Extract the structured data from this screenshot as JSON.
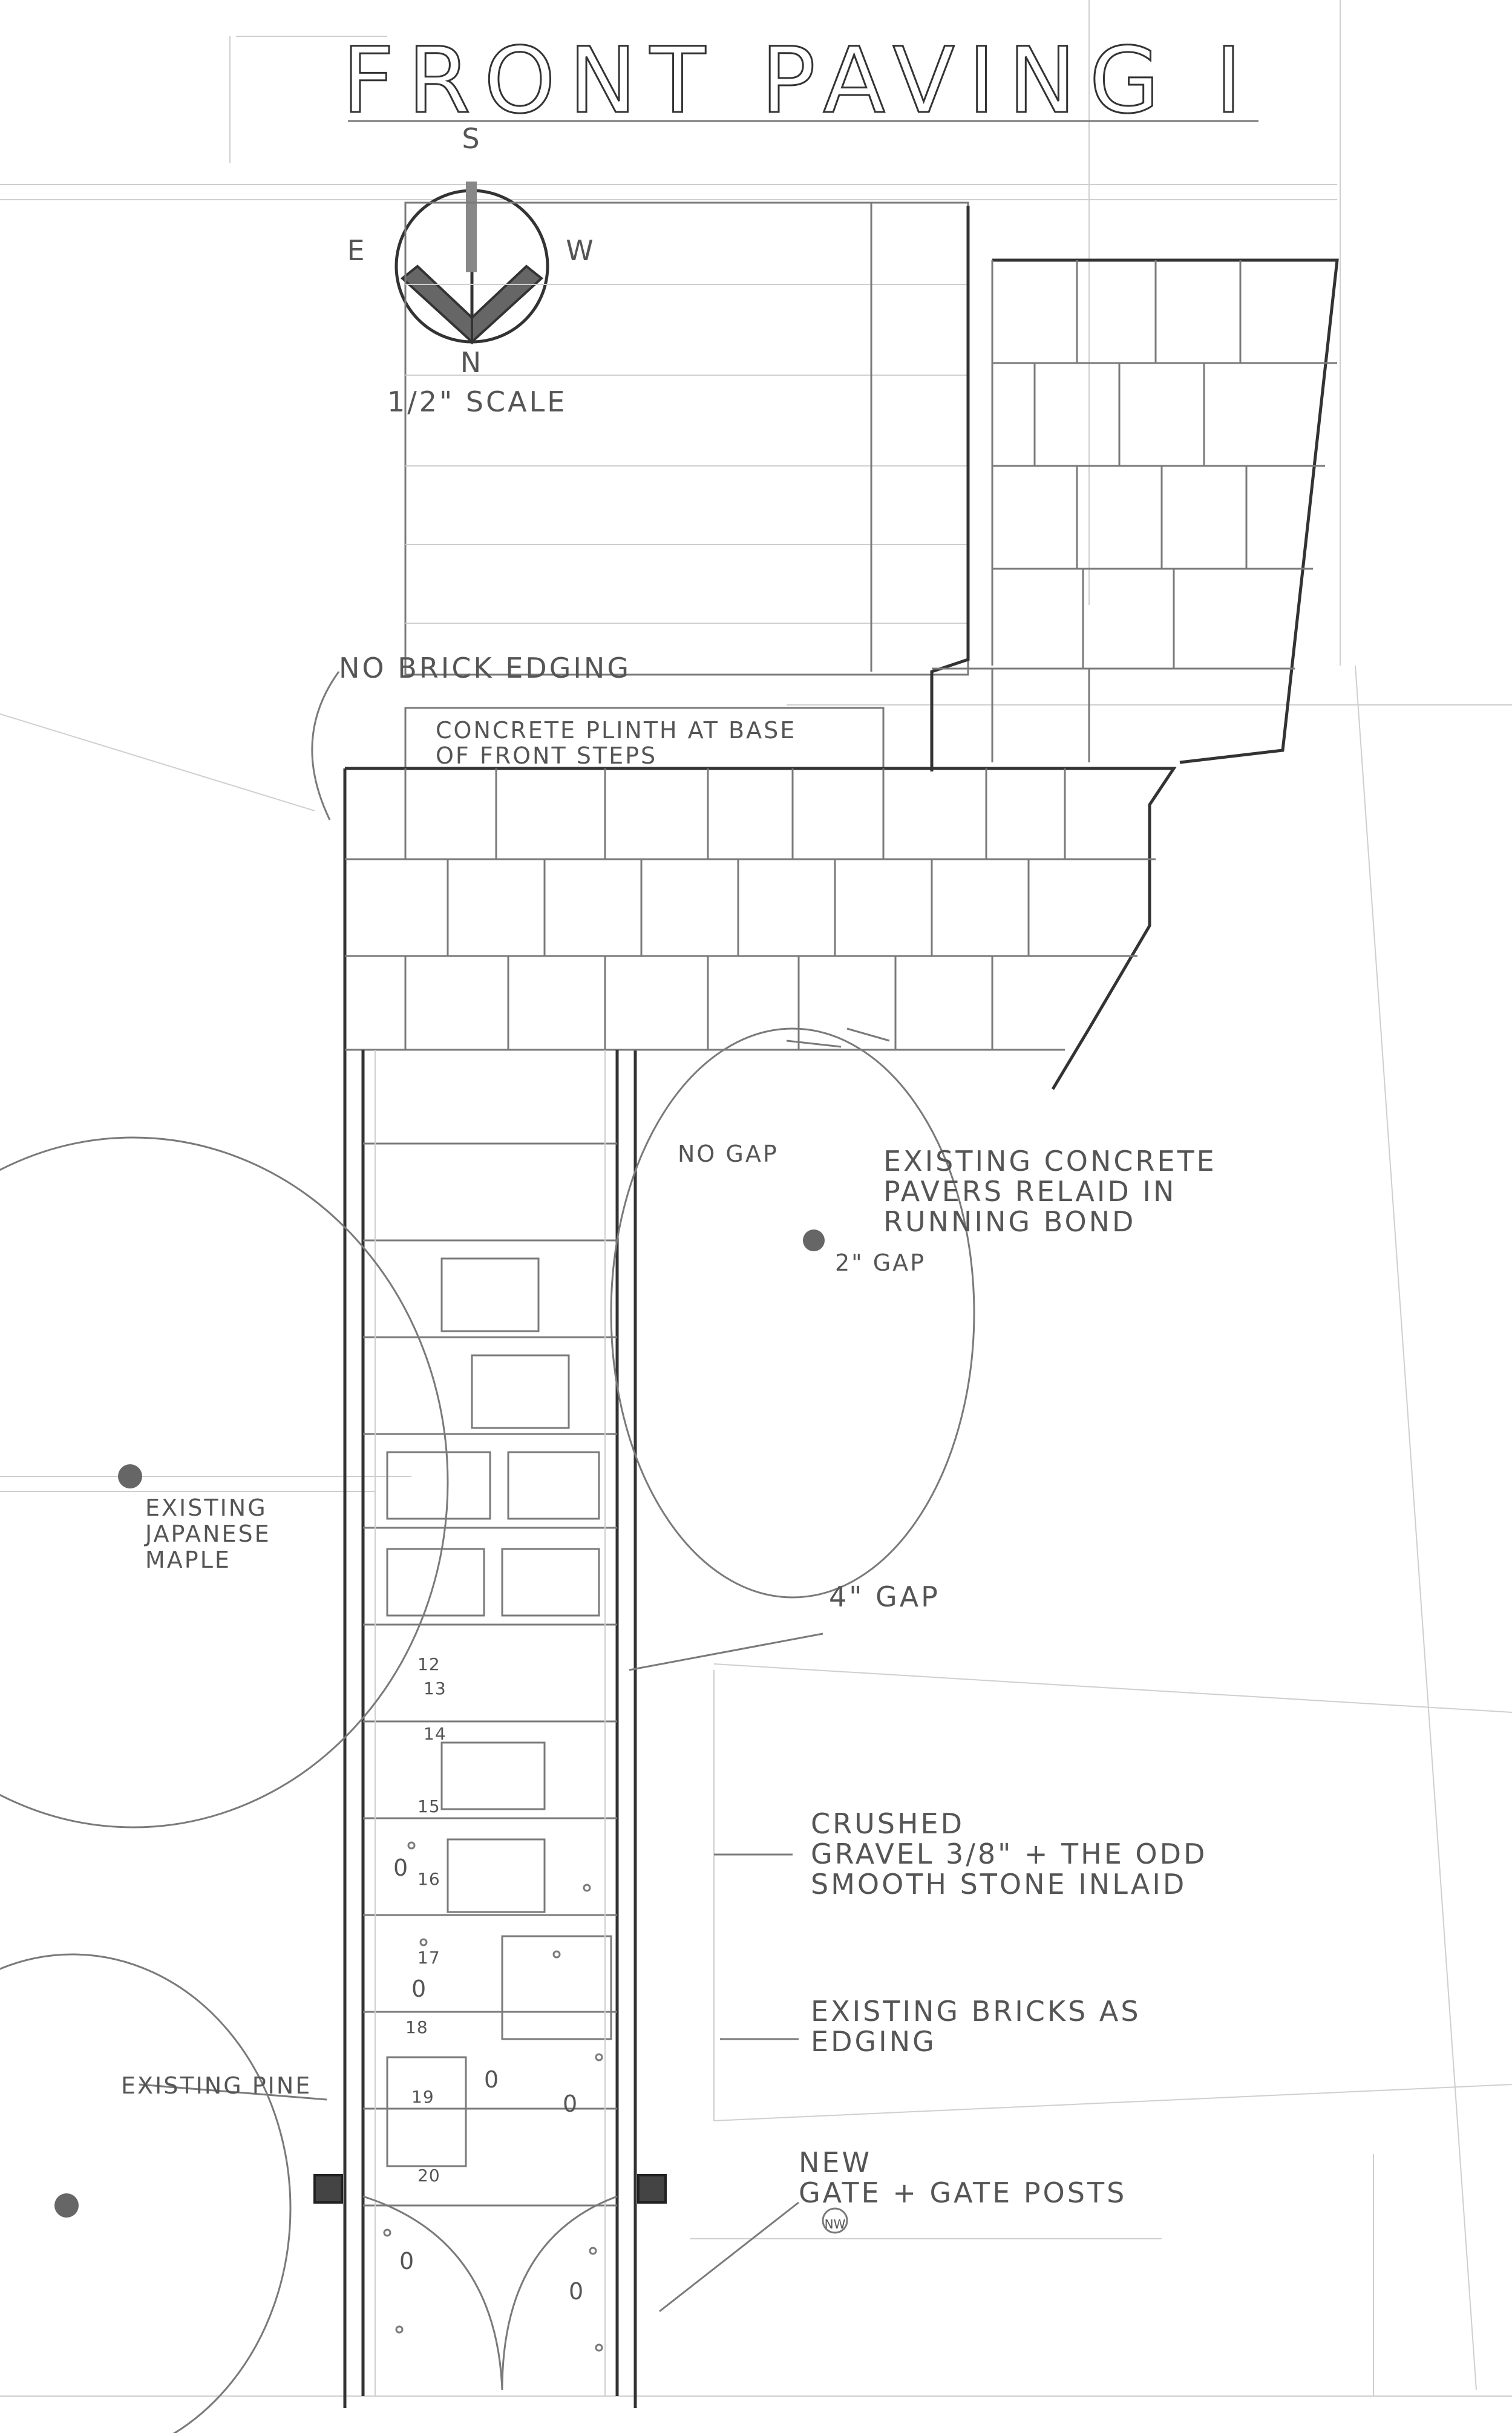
{
  "title": "FRONT PAVING I",
  "compass": {
    "north": "N",
    "south": "S",
    "east": "E",
    "west": "W"
  },
  "scale_label": "1/2\" SCALE",
  "labels": {
    "no_brick_edging": "NO BRICK EDGING",
    "plinth_line1": "CONCRETE PLINTH AT BASE",
    "plinth_line2": "OF FRONT STEPS",
    "no_gap": "NO GAP",
    "pavers_line1": "EXISTING CONCRETE",
    "pavers_line2": "PAVERS RELAID IN",
    "pavers_line3": "RUNNING BOND",
    "two_inch_gap": "2\" GAP",
    "four_inch_gap": "4\" GAP",
    "maple_line1": "EXISTING",
    "maple_line2": "JAPANESE",
    "maple_line3": "MAPLE",
    "gravel_line1": "CRUSHED",
    "gravel_line2": "GRAVEL 3/8\" + THE ODD",
    "gravel_line3": "SMOOTH STONE INLAID",
    "bricks_line1": "EXISTING BRICKS AS",
    "bricks_line2": "EDGING",
    "pine": "EXISTING PINE",
    "gate_line1": "NEW",
    "gate_line2": "GATE + GATE POSTS",
    "gate_marker": "NW"
  },
  "step_numbers": [
    "12",
    "13",
    "14",
    "15",
    "16",
    "17",
    "18",
    "19",
    "20"
  ],
  "stone_marks": [
    "0",
    "0",
    "0",
    "0",
    "0",
    "0"
  ]
}
